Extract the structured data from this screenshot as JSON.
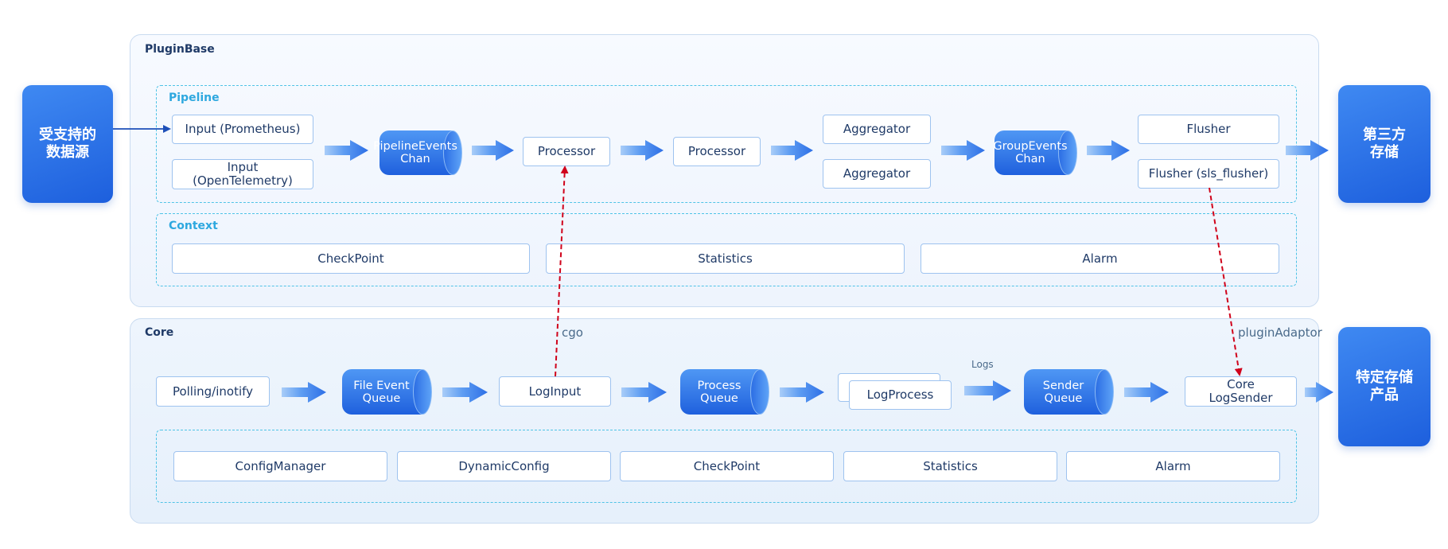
{
  "left_source": {
    "line1": "受支持的",
    "line2": "数据源"
  },
  "right_storage": {
    "line1": "第三方",
    "line2": "存储"
  },
  "right_product": {
    "line1": "特定存储",
    "line2": "产品"
  },
  "plugin_base": {
    "title": "PluginBase",
    "pipeline": {
      "title": "Pipeline",
      "input_prometheus": "Input (Prometheus)",
      "input_otel_line1": "Input",
      "input_otel_line2": "(OpenTelemetry)",
      "pipeline_chan_line1": "PipelineEvents",
      "pipeline_chan_line2": "Chan",
      "processor_1": "Processor",
      "processor_2": "Processor",
      "aggregator_1": "Aggregator",
      "aggregator_2": "Aggregator",
      "group_chan_line1": "GroupEvents",
      "group_chan_line2": "Chan",
      "flusher_1": "Flusher",
      "flusher_2": "Flusher (sls_flusher)"
    },
    "context": {
      "title": "Context",
      "items": [
        "CheckPoint",
        "Statistics",
        "Alarm"
      ]
    }
  },
  "core": {
    "title": "Core",
    "polling": "Polling/inotify",
    "file_queue_line1": "File Event",
    "file_queue_line2": "Queue",
    "log_input": "LogInput",
    "process_queue_line1": "Process",
    "process_queue_line2": "Queue",
    "log_process": "LogProcess",
    "logs_label": "Logs",
    "sender_queue_line1": "Sender",
    "sender_queue_line2": "Queue",
    "core_sender_line1": "Core",
    "core_sender_line2": "LogSender",
    "bottom_items": [
      "ConfigManager",
      "DynamicConfig",
      "CheckPoint",
      "Statistics",
      "Alarm"
    ]
  },
  "labels": {
    "cgo": "cgo",
    "plugin_adaptor": "pluginAdaptor"
  },
  "colors": {
    "accent": "#1d5fdd",
    "dashed_border": "#4fc3e6",
    "link_red": "#d0021b",
    "title_dark": "#1f3a67",
    "title_cyan": "#2ea8df"
  }
}
